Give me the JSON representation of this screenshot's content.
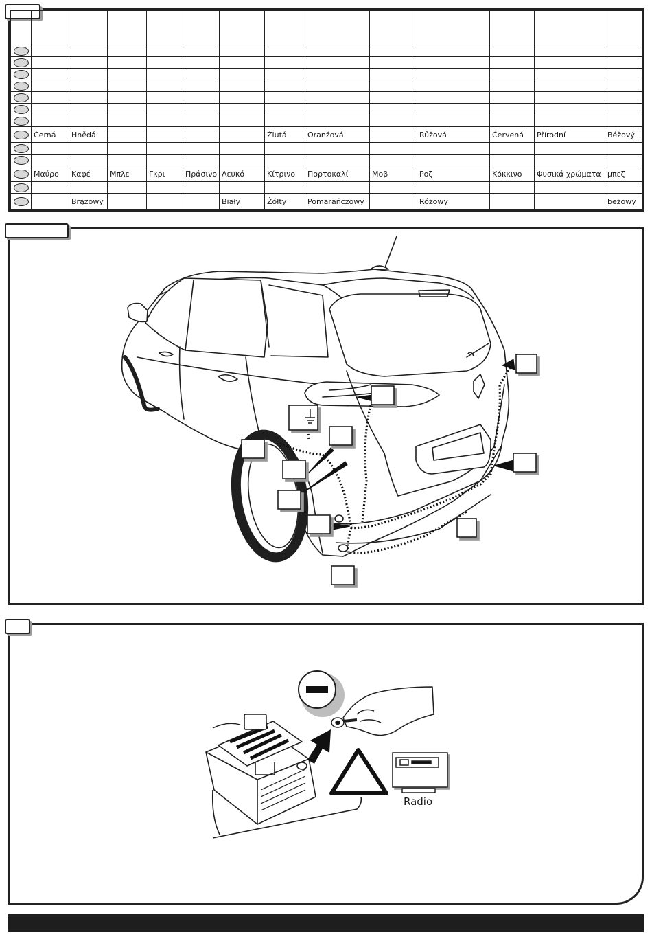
{
  "colors_table": {
    "rows": [
      [],
      [],
      [],
      [],
      [],
      [],
      [],
      [
        "Černá",
        "Hnědá",
        "",
        "",
        "",
        "",
        "Žlutá",
        "Oranžová",
        "",
        "Růžová",
        "Červená",
        "Přírodní",
        "Béžový"
      ],
      [],
      [],
      [
        "Μαύρο",
        "Καφέ",
        "Μπλε",
        "Γκρι",
        "Πράσινο",
        "Λευκό",
        "Κίτρινο",
        "Πορτοκαλί",
        "Μοβ",
        "Ροζ",
        "Κόκκινο",
        "Φυσικά χρώματα",
        "μπεζ"
      ],
      [],
      [
        "",
        "Brązowy",
        "",
        "",
        "",
        "Biały",
        "Żółty",
        "Pomarańczowy",
        "",
        "Różowy",
        "",
        "",
        "beżowy"
      ]
    ]
  },
  "diagram3": {
    "radio_label": "Radio"
  }
}
